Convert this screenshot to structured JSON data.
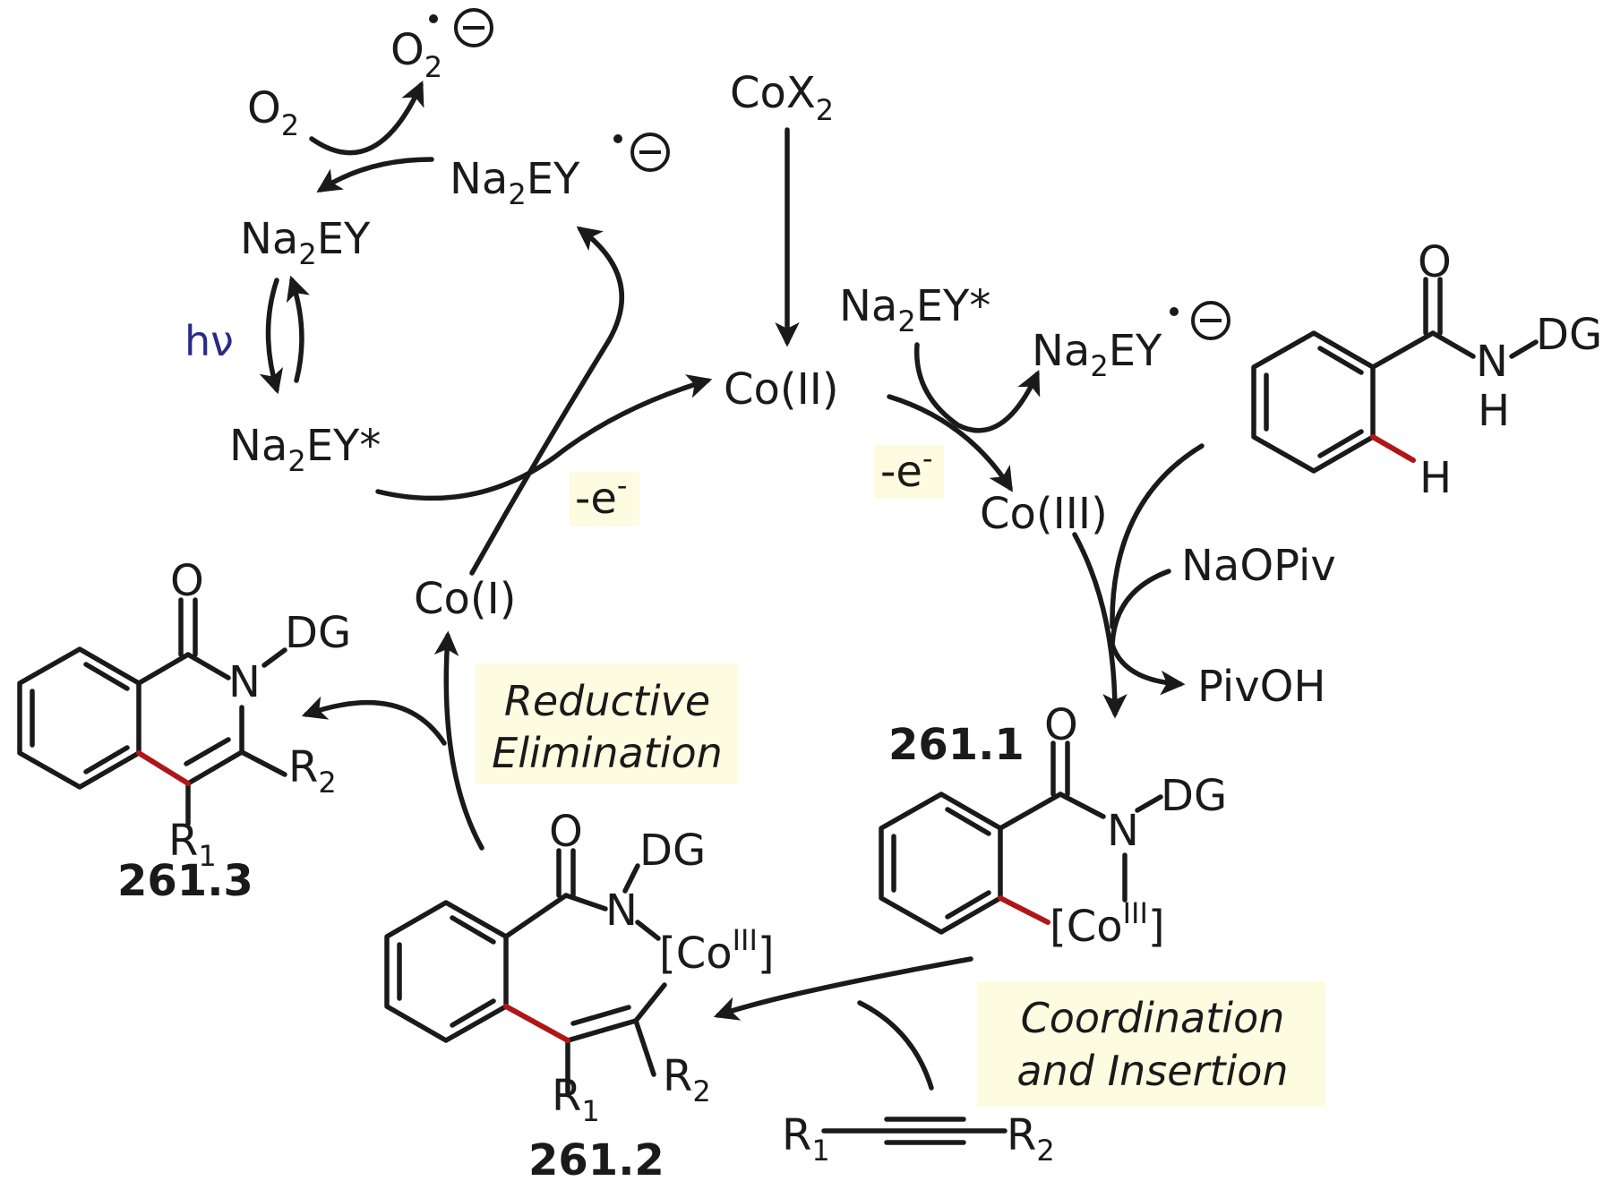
{
  "reagents": {
    "cox2": {
      "main": "CoX",
      "sub": "2"
    },
    "o2": {
      "main": "O",
      "sub": "2"
    },
    "superoxide": {
      "main": "O",
      "sub": "2"
    },
    "nap_ey_radical_left": {
      "pre": "Na",
      "sub": "2",
      "post": "EY"
    },
    "nap_ey": {
      "pre": "Na",
      "sub": "2",
      "post": "EY"
    },
    "nap_ey_star_left": {
      "pre": "Na",
      "sub": "2",
      "post": "EY*"
    },
    "nap_ey_star_right": {
      "pre": "Na",
      "sub": "2",
      "post": "EY*"
    },
    "nap_ey_radical_right": {
      "pre": "Na",
      "sub": "2",
      "post": "EY"
    },
    "light": "hν",
    "naopiv": "NaOPiv",
    "pivoh": "PivOH"
  },
  "cobalt": {
    "co2": "Co(II)",
    "co3": "Co(III)",
    "co1": "Co(I)",
    "complex_open": "[Co",
    "complex_sup": "III",
    "complex_close": "]"
  },
  "electron_labels": {
    "left": {
      "main": "-e",
      "sup": "-"
    },
    "right": {
      "main": "-e",
      "sup": "-"
    }
  },
  "steps": {
    "reductive_elimination": [
      "Reductive",
      "Elimination"
    ],
    "coordination_insertion": [
      "Coordination",
      "and Insertion"
    ]
  },
  "compound_ids": {
    "c1": "261.1",
    "c2": "261.2",
    "c3": "261.3"
  },
  "atoms": {
    "O": "O",
    "N": "N",
    "H": "H",
    "DG": "DG",
    "R": "R",
    "sub1": "1",
    "sub2": "2",
    "minus": "−"
  },
  "colors": {
    "ink": "#1a1a1a",
    "new_bond": "#b01616",
    "highlight": "#fdfbe0",
    "light_label": "#2b2a8a"
  }
}
